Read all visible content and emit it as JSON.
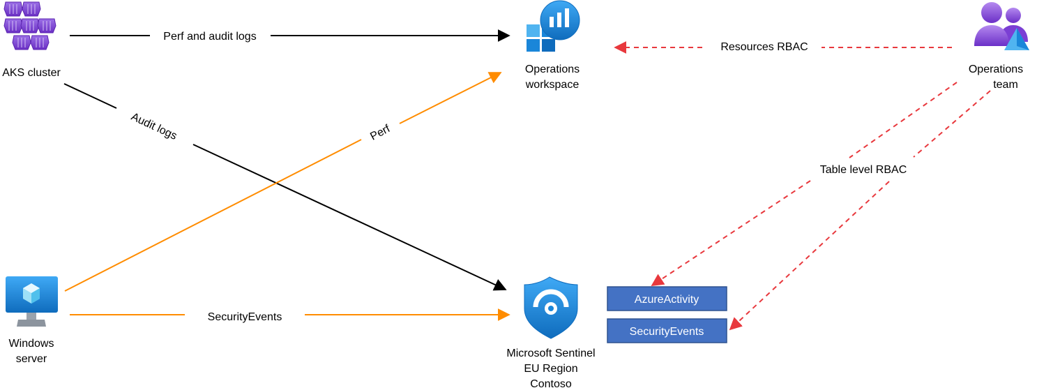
{
  "colors": {
    "black_edge": "#000000",
    "orange_edge": "#ff8c00",
    "rbac_edge": "#e8383d",
    "table_box_fill": "#4472c4",
    "table_box_stroke": "#2f528f",
    "aks_purple": "#7a3fd1",
    "azure_blue": "#1a86d9",
    "azure_light": "#50b4f0"
  },
  "nodes": {
    "aks": {
      "label": "AKS cluster",
      "icon": "kubernetes-cluster-icon"
    },
    "windows": {
      "label_line1": "Windows",
      "label_line2": "server",
      "icon": "virtual-machine-icon"
    },
    "ops_workspace": {
      "label_line1": "Operations",
      "label_line2": "workspace",
      "icon": "log-analytics-workspace-icon"
    },
    "sentinel": {
      "label_line1": "Microsoft Sentinel",
      "label_line2": "EU Region",
      "label_line3": "Contoso",
      "icon": "sentinel-shield-icon"
    },
    "ops_team": {
      "label_line1": "Operations",
      "label_line2": "team",
      "icon": "user-group-icon"
    }
  },
  "tables": [
    {
      "label": "AzureActivity"
    },
    {
      "label": "SecurityEvents"
    }
  ],
  "edges": {
    "perf_audit": {
      "label": "Perf and audit logs"
    },
    "audit_logs": {
      "label": "Audit logs"
    },
    "perf": {
      "label": "Perf"
    },
    "security_events": {
      "label": "SecurityEvents"
    },
    "resources_rbac": {
      "label": "Resources RBAC"
    },
    "table_rbac": {
      "label": "Table level RBAC"
    }
  }
}
